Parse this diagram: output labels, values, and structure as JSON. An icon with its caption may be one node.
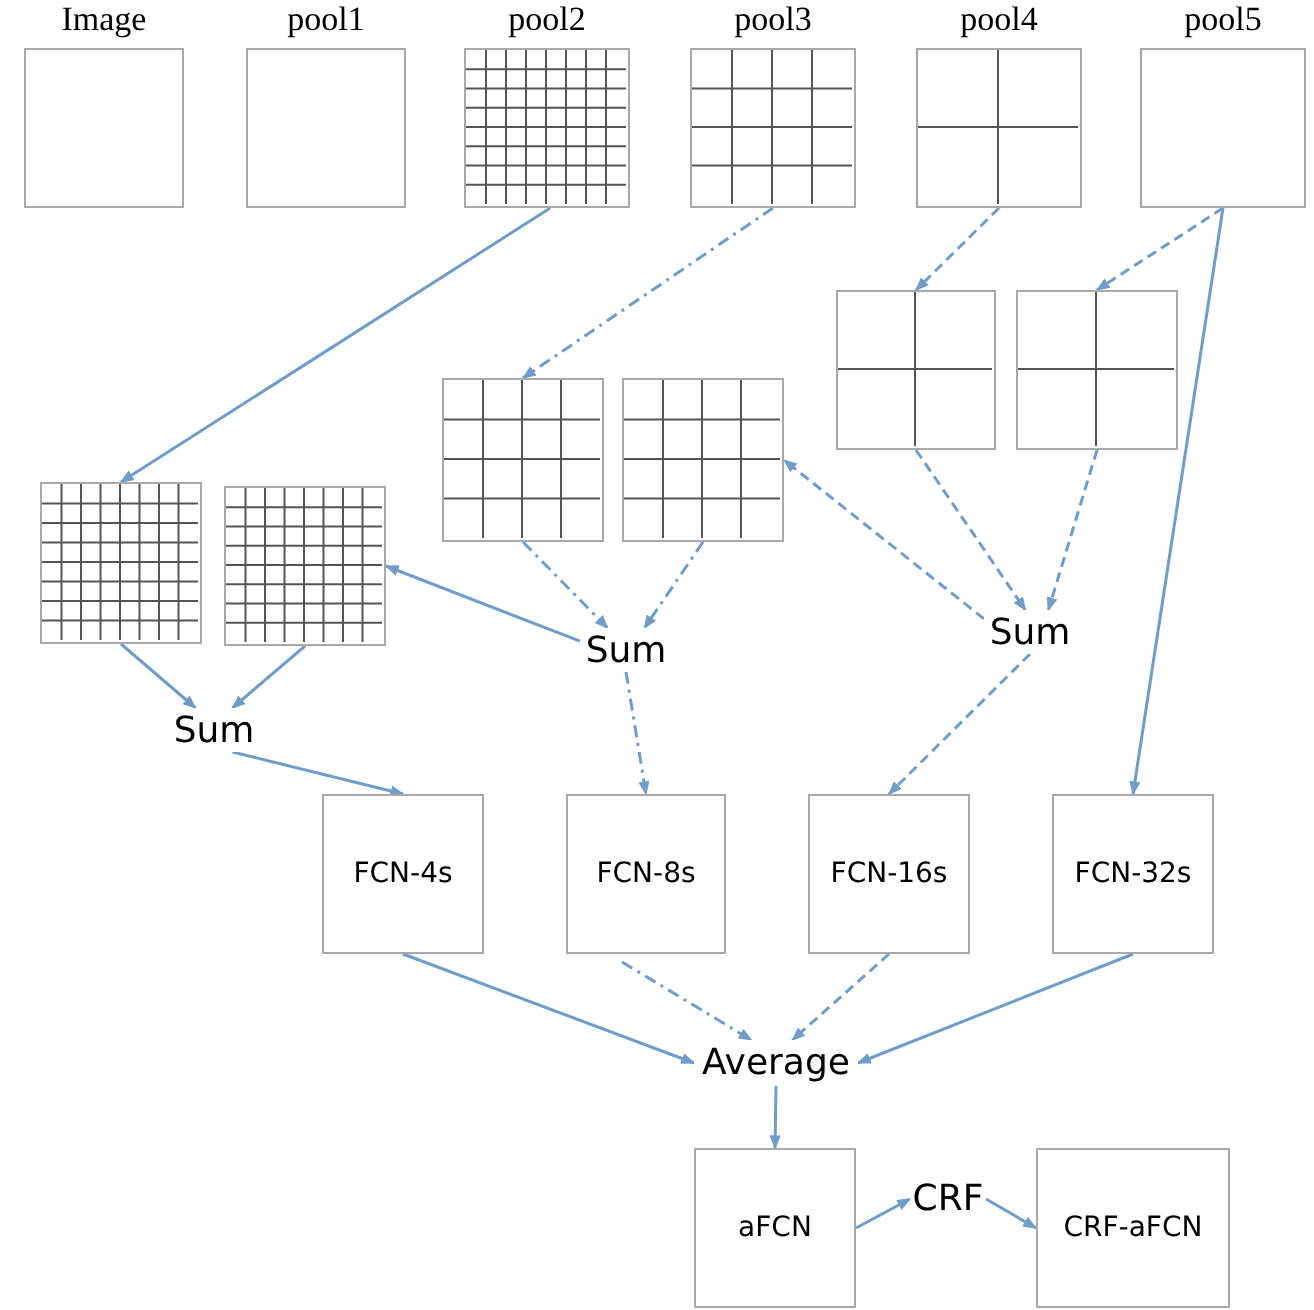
{
  "diagram": {
    "nodes": [
      {
        "text": [
          "Image"
        ]
      },
      {
        "text": [
          "pool1"
        ]
      },
      {
        "text": [
          "pool2"
        ]
      },
      {
        "text": [
          "pool3"
        ]
      },
      {
        "text": [
          "pool4"
        ]
      },
      {
        "text": [
          "pool5"
        ]
      },
      {
        "text": [],
        "shape": "grid"
      },
      {
        "text": [],
        "shape": "grid"
      },
      {
        "text": [],
        "shape": "grid"
      },
      {
        "text": [],
        "shape": "grid"
      },
      {
        "text": [],
        "shape": "grid"
      },
      {
        "text": [],
        "shape": "grid"
      },
      {
        "text": [
          "Sum"
        ]
      },
      {
        "text": [
          "Sum"
        ]
      },
      {
        "text": [
          "Sum"
        ]
      },
      {
        "text": [
          "FCN-4s"
        ]
      },
      {
        "text": [
          "FCN-8s"
        ]
      },
      {
        "text": [
          "FCN-16s"
        ]
      },
      {
        "text": [
          "FCN-32s"
        ]
      },
      {
        "text": [
          "Average"
        ]
      },
      {
        "text": [
          "aFCN"
        ]
      },
      {
        "text": [
          "CRF"
        ]
      },
      {
        "text": [
          "CRF-aFCN"
        ]
      }
    ],
    "edges": [
      {
        "from": 2,
        "to": 10,
        "arrow": "to"
      },
      {
        "from": 3,
        "to": 8,
        "arrow": "to",
        "style": "dashed"
      },
      {
        "from": 4,
        "to": 6,
        "arrow": "to",
        "style": "dashed"
      },
      {
        "from": 5,
        "to": 7,
        "arrow": "to",
        "style": "dashed"
      },
      {
        "from": 5,
        "to": 18,
        "arrow": "to"
      },
      {
        "from": 6,
        "to": 14,
        "arrow": "to",
        "style": "dashed"
      },
      {
        "from": 7,
        "to": 14,
        "arrow": "to",
        "style": "dashed"
      },
      {
        "from": 14,
        "to": 9,
        "arrow": "to",
        "style": "dashed"
      },
      {
        "from": 14,
        "to": 17,
        "arrow": "to",
        "style": "dashed"
      },
      {
        "from": 8,
        "to": 13,
        "arrow": "to",
        "style": "dashed"
      },
      {
        "from": 9,
        "to": 13,
        "arrow": "to",
        "style": "dashed"
      },
      {
        "from": 13,
        "to": 11,
        "arrow": "to"
      },
      {
        "from": 13,
        "to": 16,
        "arrow": "to",
        "style": "dashed"
      },
      {
        "from": 10,
        "to": 12,
        "arrow": "to"
      },
      {
        "from": 11,
        "to": 12,
        "arrow": "to"
      },
      {
        "from": 12,
        "to": 15,
        "arrow": "to"
      },
      {
        "from": 15,
        "to": 19,
        "arrow": "to"
      },
      {
        "from": 16,
        "to": 19,
        "arrow": "to",
        "style": "dashed"
      },
      {
        "from": 17,
        "to": 19,
        "arrow": "to",
        "style": "dashed"
      },
      {
        "from": 18,
        "to": 19,
        "arrow": "to"
      },
      {
        "from": 19,
        "to": 20,
        "arrow": "to"
      },
      {
        "from": 20,
        "to": 21,
        "arrow": "to"
      },
      {
        "from": 21,
        "to": 22,
        "arrow": "to"
      }
    ]
  }
}
